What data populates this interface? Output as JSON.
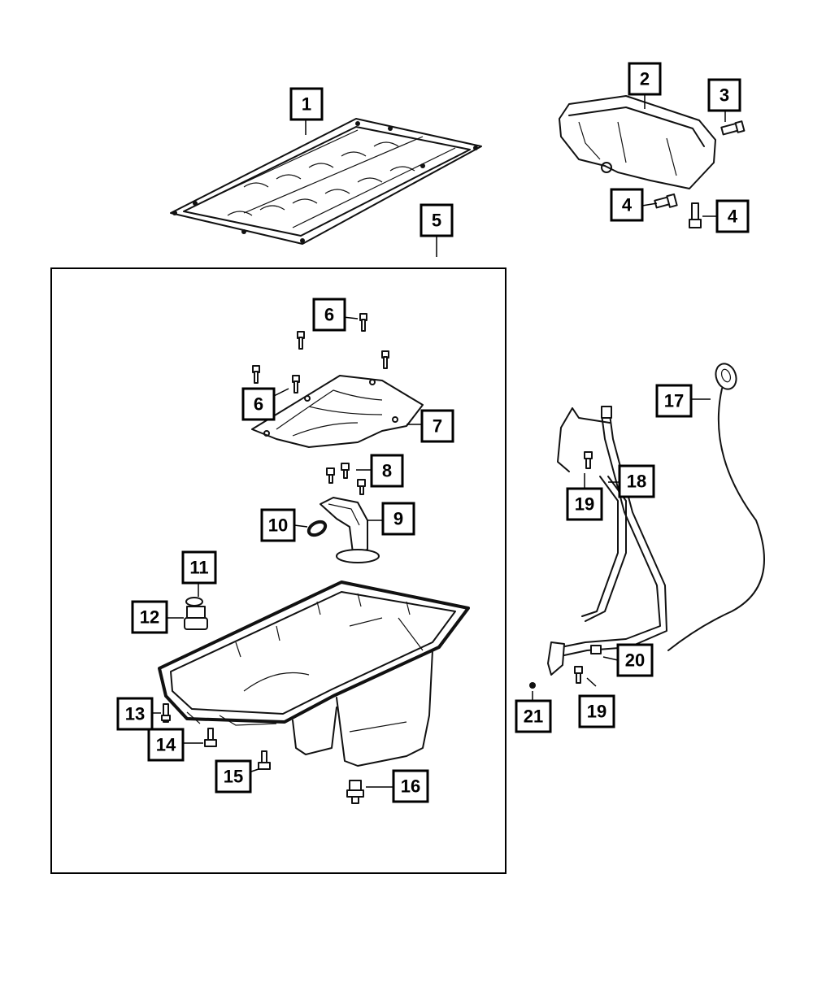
{
  "diagram": {
    "callouts": {
      "c1": "1",
      "c2": "2",
      "c3": "3",
      "c4a": "4",
      "c4b": "4",
      "c5": "5",
      "c6a": "6",
      "c6b": "6",
      "c7": "7",
      "c8": "8",
      "c9": "9",
      "c10": "10",
      "c11": "11",
      "c12": "12",
      "c13": "13",
      "c14": "14",
      "c15": "15",
      "c16": "16",
      "c17": "17",
      "c18": "18",
      "c19a": "19",
      "c19b": "19",
      "c20": "20",
      "c21": "21"
    }
  }
}
